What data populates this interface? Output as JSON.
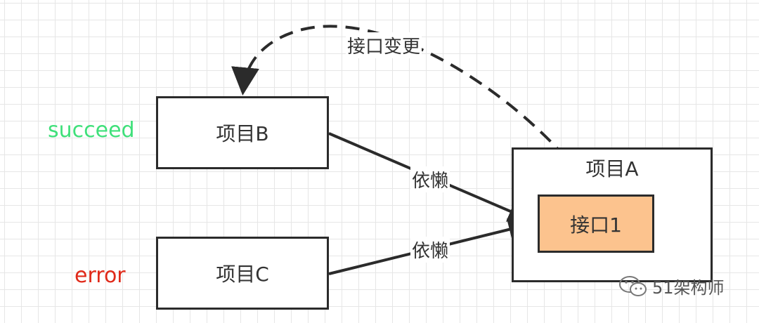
{
  "nodes": {
    "project_b": "项目B",
    "project_c": "项目C",
    "project_a": "项目A",
    "interface_1": "接口1"
  },
  "edges": {
    "interface_change": "接口变更",
    "depend_b": "依懒",
    "depend_c": "依懒"
  },
  "status": {
    "succeed": "succeed",
    "error": "error"
  },
  "watermark": {
    "icon": "wechat-icon",
    "text": "51架构师"
  },
  "colors": {
    "interface_fill": "#fcc38e",
    "succeed": "#3fe07a",
    "error": "#e02a1a"
  }
}
